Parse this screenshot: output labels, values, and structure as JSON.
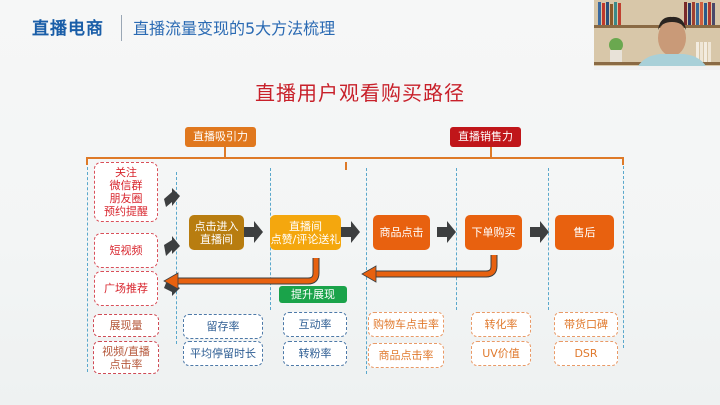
{
  "header": {
    "brand": "直播电商",
    "subtitle": "直播流量变现的5大方法梳理"
  },
  "diagram": {
    "title": "直播用户观看购买路径",
    "group_left": "直播吸引力",
    "group_right": "直播销售力",
    "sources": [
      {
        "label": "关注\n微信群\n朋友圈\n预约提醒"
      },
      {
        "label": "短视频"
      },
      {
        "label": "广场推荐"
      }
    ],
    "stages": [
      {
        "line1": "点击进入",
        "line2": "直播间",
        "color": "#b87d10"
      },
      {
        "line1": "直播间",
        "line2": "点赞/评论送礼",
        "color": "#f4a70e"
      },
      {
        "line1": "商品点击",
        "line2": "",
        "color": "#e8610f"
      },
      {
        "line1": "下单购买",
        "line2": "",
        "color": "#e8610f"
      },
      {
        "line1": "售后",
        "line2": "",
        "color": "#e8610f"
      }
    ],
    "boost_label": "提升展现",
    "metrics": {
      "col1": [
        "展现量",
        "视频/直播\n点击率"
      ],
      "col2": [
        "留存率",
        "平均停留时长"
      ],
      "col3": [
        "互动率",
        "转粉率"
      ],
      "col4": [
        "购物车点击率",
        "商品点击率"
      ],
      "col5": [
        "转化率",
        "UV价值"
      ],
      "col6": [
        "带货口碑",
        "DSR"
      ]
    }
  },
  "colors": {
    "title_red": "#c8202a",
    "brand_blue": "#1a5ea8",
    "flow_arrow": "#e8610f",
    "step_arrow": "#3d3f40"
  }
}
